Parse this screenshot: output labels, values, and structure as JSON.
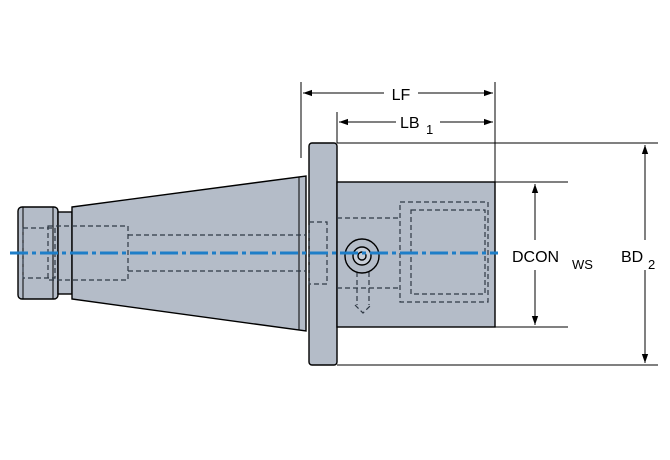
{
  "colors": {
    "body_fill": "#b4bcc8",
    "body_stroke": "#000000",
    "hidden_line": "#3a4450",
    "axis_line": "#1e7ec8",
    "dimension_line": "#000000"
  },
  "labels": {
    "lf": "LF",
    "lb_main": "LB",
    "lb_sub": "1",
    "dcon_main": "DCON",
    "dcon_sub": "WS",
    "bd_main": "BD",
    "bd_sub": "2"
  }
}
